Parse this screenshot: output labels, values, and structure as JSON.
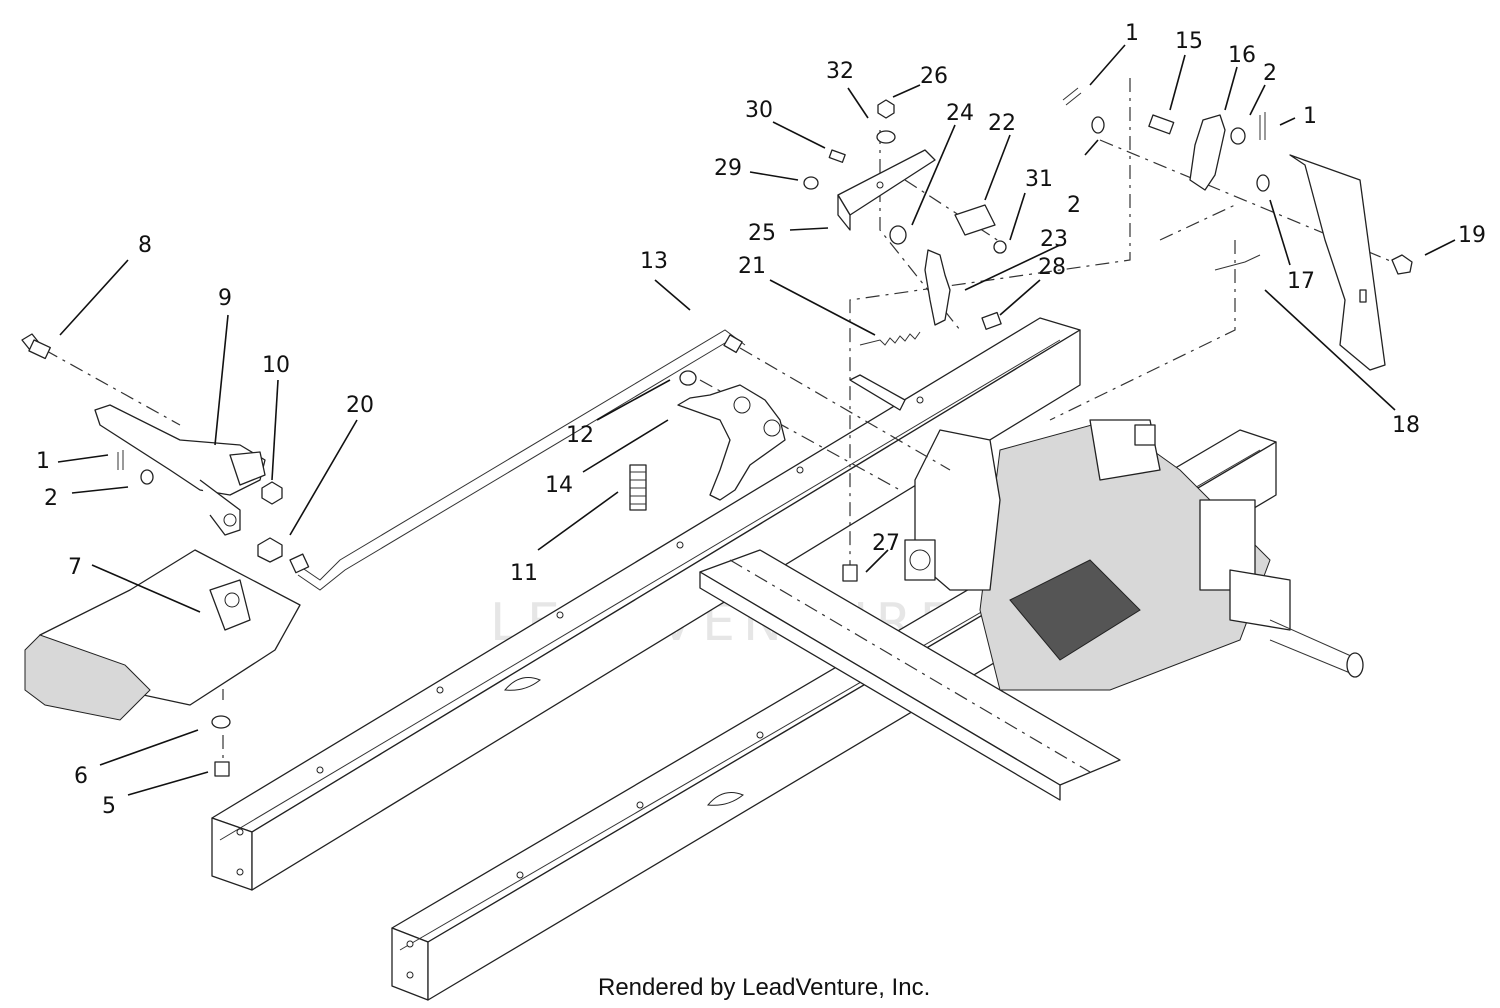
{
  "footer": "Rendered by LeadVenture, Inc.",
  "watermark": "LEADVENTURE",
  "callouts": [
    {
      "id": "c1-top",
      "text": "1"
    },
    {
      "id": "c15",
      "text": "15"
    },
    {
      "id": "c16",
      "text": "16"
    },
    {
      "id": "c2-top",
      "text": "2"
    },
    {
      "id": "c1-right",
      "text": "1"
    },
    {
      "id": "c32",
      "text": "32"
    },
    {
      "id": "c26",
      "text": "26"
    },
    {
      "id": "c30",
      "text": "30"
    },
    {
      "id": "c24",
      "text": "24"
    },
    {
      "id": "c22",
      "text": "22"
    },
    {
      "id": "c29",
      "text": "29"
    },
    {
      "id": "c31",
      "text": "31"
    },
    {
      "id": "c2-mid",
      "text": "2"
    },
    {
      "id": "c25",
      "text": "25"
    },
    {
      "id": "c23",
      "text": "23"
    },
    {
      "id": "c21",
      "text": "21"
    },
    {
      "id": "c28",
      "text": "28"
    },
    {
      "id": "c17",
      "text": "17"
    },
    {
      "id": "c19",
      "text": "19"
    },
    {
      "id": "c18",
      "text": "18"
    },
    {
      "id": "c8",
      "text": "8"
    },
    {
      "id": "c13",
      "text": "13"
    },
    {
      "id": "c9",
      "text": "9"
    },
    {
      "id": "c10",
      "text": "10"
    },
    {
      "id": "c20",
      "text": "20"
    },
    {
      "id": "c12",
      "text": "12"
    },
    {
      "id": "c1-left",
      "text": "1"
    },
    {
      "id": "c2-left",
      "text": "2"
    },
    {
      "id": "c14",
      "text": "14"
    },
    {
      "id": "c11",
      "text": "11"
    },
    {
      "id": "c27",
      "text": "27"
    },
    {
      "id": "c7",
      "text": "7"
    },
    {
      "id": "c6",
      "text": "6"
    },
    {
      "id": "c5",
      "text": "5"
    }
  ]
}
